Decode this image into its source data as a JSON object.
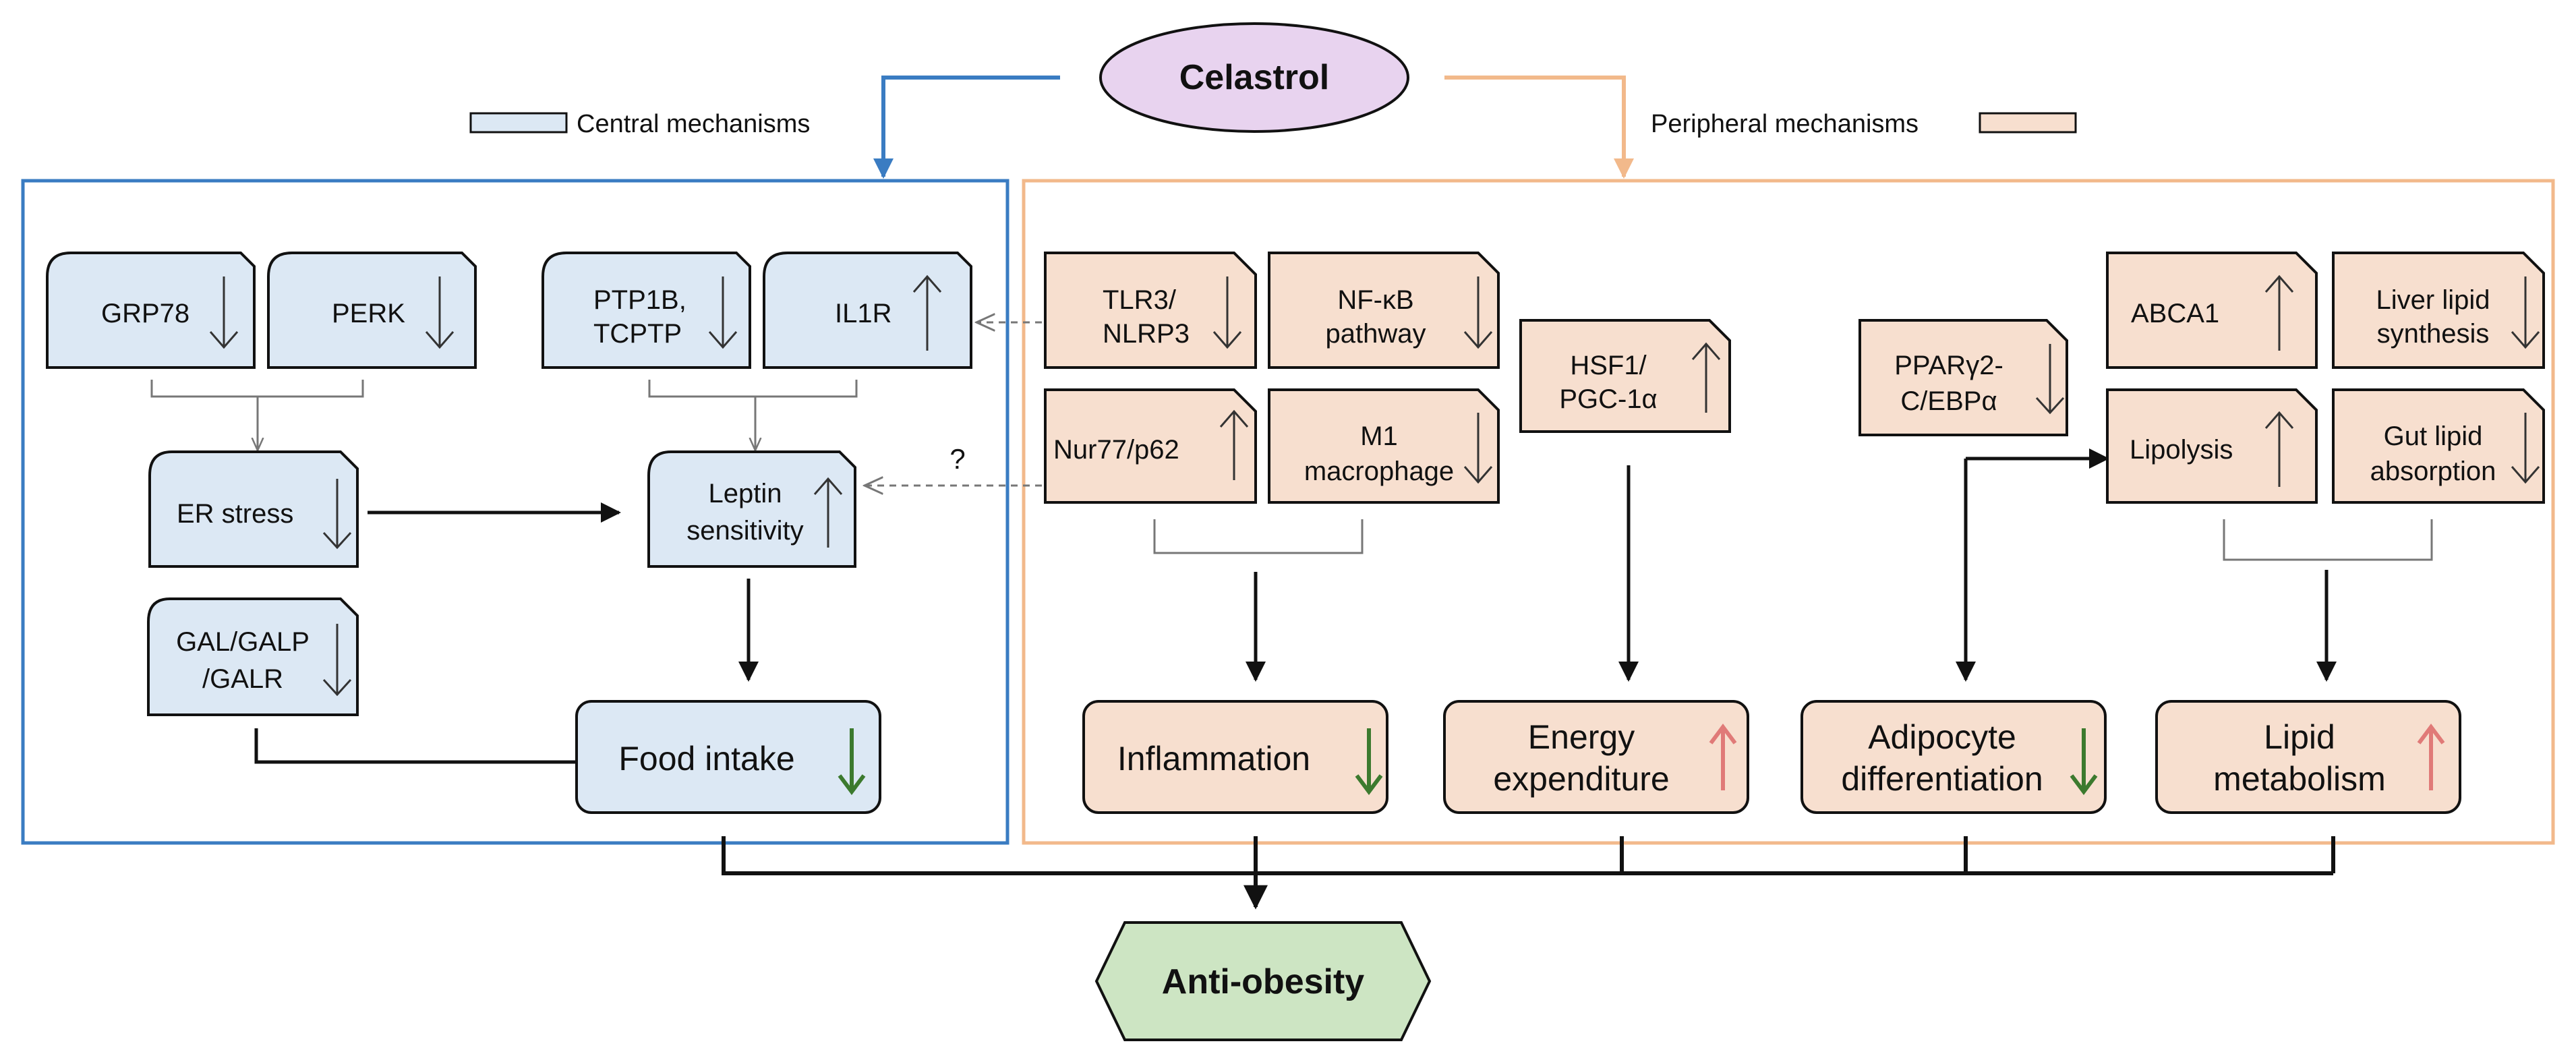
{
  "title": "Celastrol",
  "result": "Anti-obesity",
  "legend": {
    "central": "Central mechanisms",
    "peripheral": "Peripheral mechanisms"
  },
  "question_mark": "?",
  "colors": {
    "central_fill": "#dce8f4",
    "peripheral_fill": "#f7dfcf",
    "title_fill": "#e8d3ef",
    "result_fill": "#cde5c3",
    "central_border": "#3a7cc2",
    "peripheral_border": "#f2b98b",
    "down_green": "#3c7a2e",
    "up_red": "#e07a78"
  },
  "central": {
    "grp78": "GRP78",
    "perk": "PERK",
    "ptp1b_line1": "PTP1B,",
    "ptp1b_line2": "TCPTP",
    "il1r": "IL1R",
    "er_stress": "ER stress",
    "leptin_line1": "Leptin",
    "leptin_line2": "sensitivity",
    "gal_line1": "GAL/GALP",
    "gal_line2": "/GALR",
    "food_intake": "Food intake"
  },
  "peripheral": {
    "tlr3_line1": "TLR3/",
    "tlr3_line2": "NLRP3",
    "nfkb_line1": "NF-κB",
    "nfkb_line2": "pathway",
    "nur77": "Nur77/p62",
    "m1_line1": "M1",
    "m1_line2": "macrophage",
    "hsf1_line1": "HSF1/",
    "hsf1_line2": "PGC-1α",
    "ppar_line1": "PPARγ2-",
    "ppar_line2": "C/EBPα",
    "abca1": "ABCA1",
    "liver_line1": "Liver lipid",
    "liver_line2": "synthesis",
    "lipolysis": "Lipolysis",
    "gut_line1": "Gut lipid",
    "gut_line2": "absorption",
    "inflammation": "Inflammation",
    "energy_line1": "Energy",
    "energy_line2": "expenditure",
    "adipocyte_line1": "Adipocyte",
    "adipocyte_line2": "differentiation",
    "lipid_line1": "Lipid",
    "lipid_line2": "metabolism"
  }
}
